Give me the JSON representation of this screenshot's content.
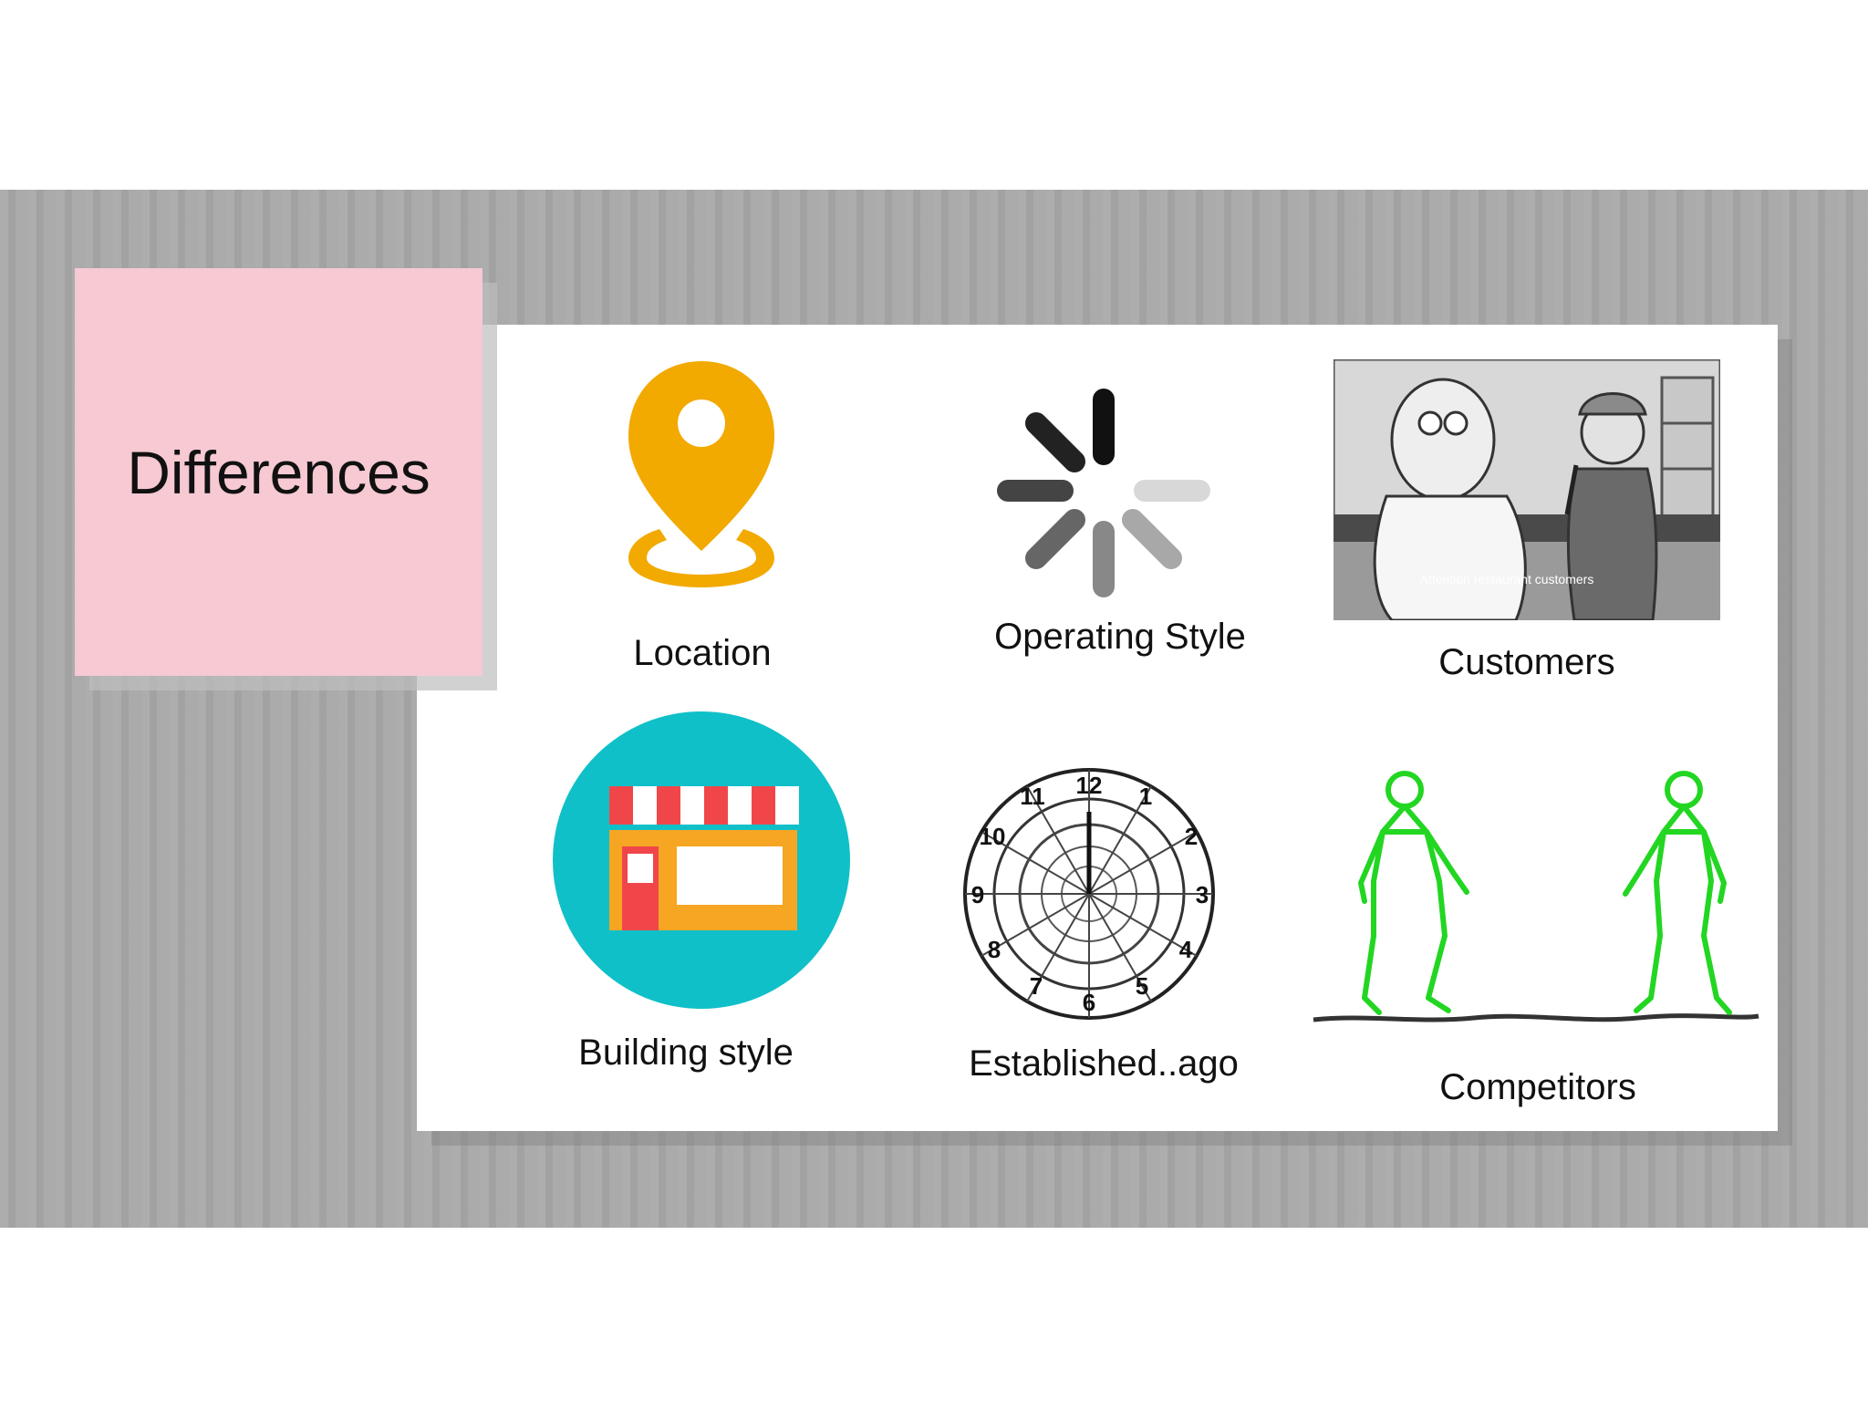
{
  "slide": {
    "title": "Differences",
    "colors": {
      "band": "#a9a9a9",
      "title_box": "#f6c9d3",
      "card": "#ffffff",
      "location_pin": "#f2a900",
      "building_circle": "#10c0c8",
      "awning_red": "#f0464a",
      "store_orange": "#f6a623",
      "stick_green": "#22d622"
    },
    "items": [
      {
        "label": "Location",
        "icon": "location-pin-icon"
      },
      {
        "label": "Operating Style",
        "icon": "loading-spinner-icon"
      },
      {
        "label": "Customers",
        "icon": "cartoon-scene-image"
      },
      {
        "label": "Building style",
        "icon": "storefront-icon"
      },
      {
        "label": "Established..ago",
        "icon": "clock-spiral-icon"
      },
      {
        "label": "Competitors",
        "icon": "stick-figures-image"
      }
    ],
    "customers_caption": "Attention restaurant customers"
  }
}
